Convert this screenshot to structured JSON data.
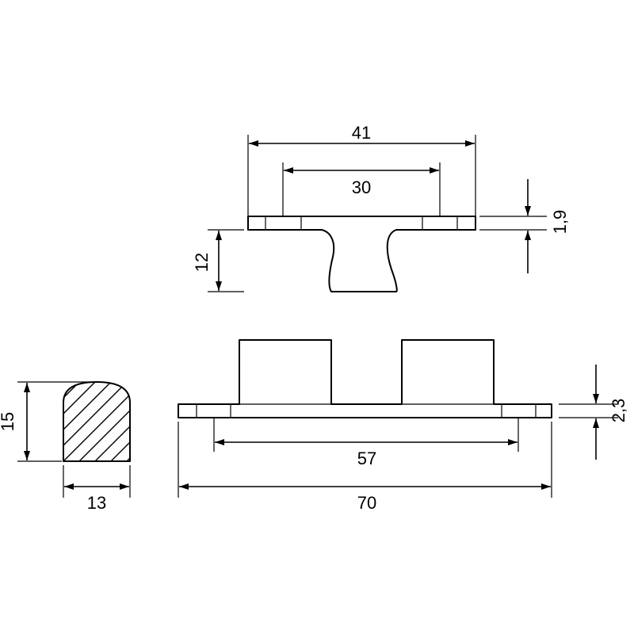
{
  "dimensions": {
    "top_overall_width": "41",
    "top_hole_spacing": "30",
    "top_plate_thickness": "1,9",
    "top_height": "12",
    "front_hole_spacing": "57",
    "front_overall_length": "70",
    "front_plate_thickness": "2,3",
    "section_height": "15",
    "section_width": "13"
  },
  "colors": {
    "line": "#000000",
    "background": "#ffffff"
  }
}
